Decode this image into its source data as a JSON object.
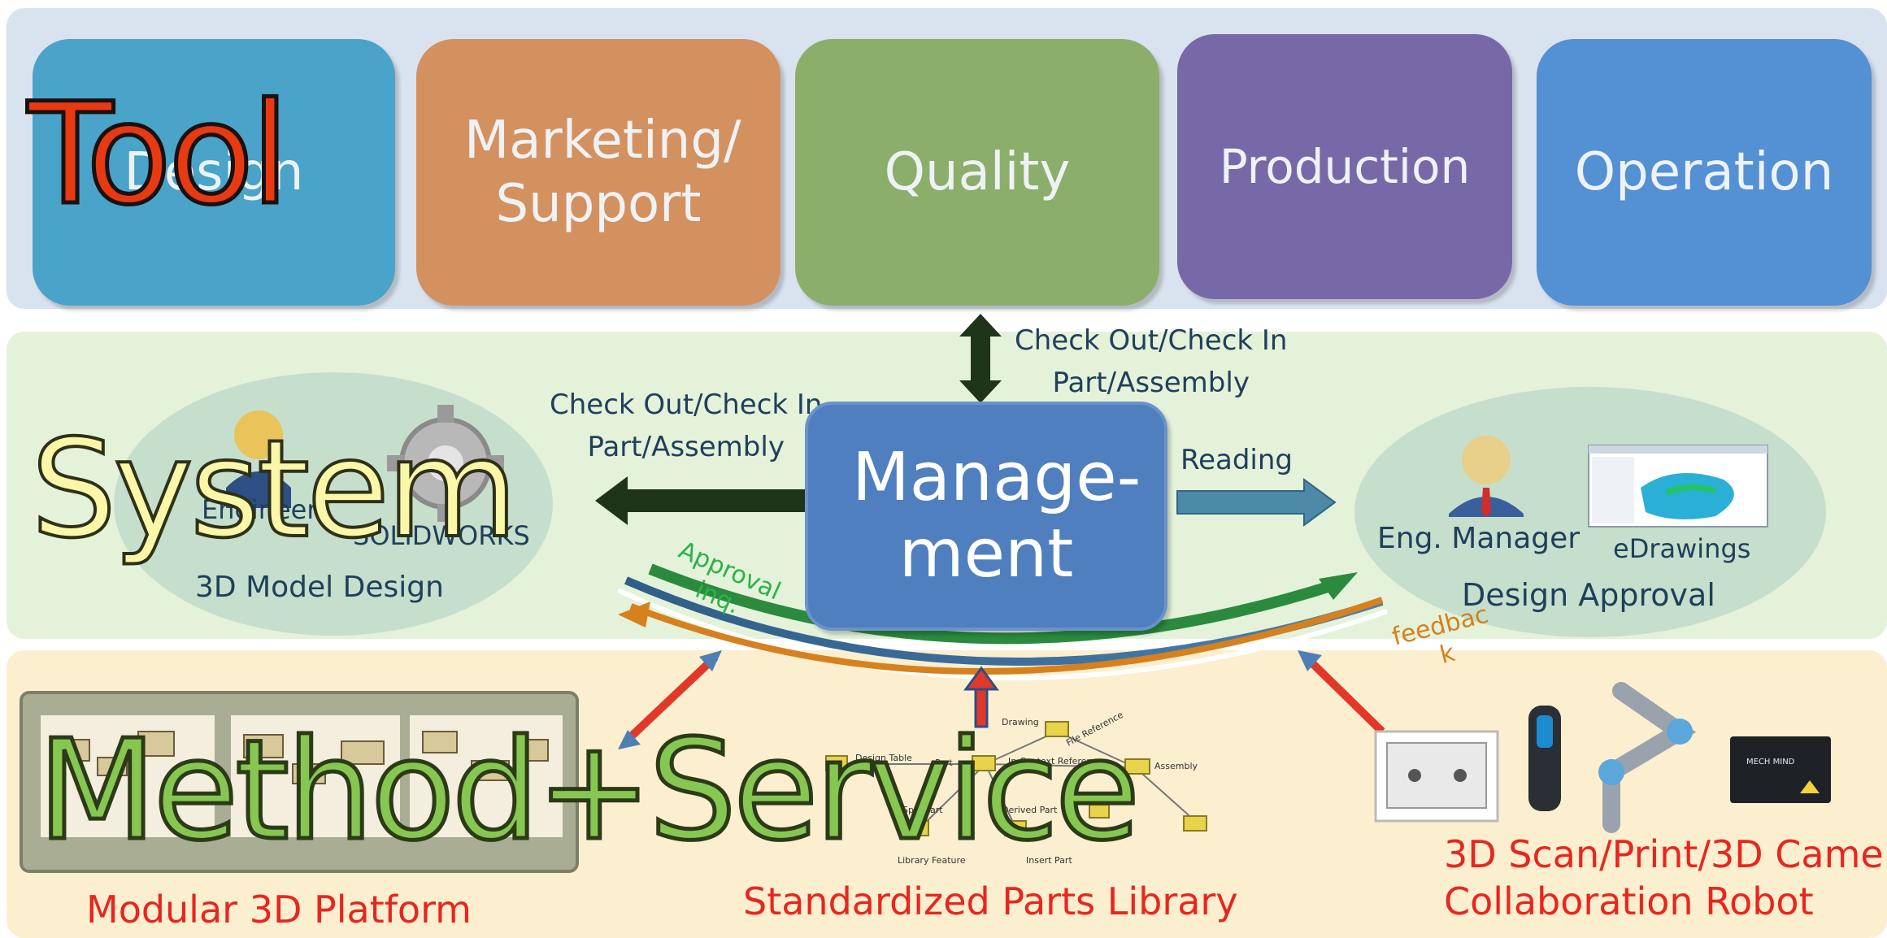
{
  "tiers": {
    "tool": "Tool",
    "system": "System",
    "method": "Method+Service"
  },
  "departments": [
    {
      "label": "Design",
      "color": "#4aa3c8"
    },
    {
      "label": "Marketing/ Support",
      "color": "#d49160"
    },
    {
      "label": "Quality",
      "color": "#8bae6b"
    },
    {
      "label": "Production",
      "color": "#7769a8"
    },
    {
      "label": "Operation",
      "color": "#5390d4"
    }
  ],
  "management": {
    "label": "Manage- ment",
    "color": "#4f7fbf"
  },
  "left_panel": {
    "engineer": "Engineer",
    "software": "SOLIDWORKS",
    "caption": "3D Model Design"
  },
  "right_panel": {
    "manager": "Eng. Manager",
    "software": "eDrawings",
    "caption": "Design Approval"
  },
  "flows": {
    "top_line1": "Check Out/Check In",
    "top_line2": "Part/Assembly",
    "left_line1": "Check Out/Check In",
    "left_line2": "Part/Assembly",
    "right": "Reading",
    "approval": "Approval inq.",
    "feedback": "feedbac k"
  },
  "bottom": {
    "platform": "Modular 3D Platform",
    "library": "Standardized Parts Library",
    "devices_line1": "3D Scan/Print/3D Came",
    "devices_line2": "Collaboration Robot",
    "diagram_nodes": [
      "Drawing",
      "Part",
      "Assembly",
      "Design Table",
      "In-Context Reference",
      "Split Part",
      "Insert Part",
      "Library Feature",
      "Derived Part",
      "File Reference"
    ],
    "device_brand": "MECH MIND"
  },
  "colors": {
    "arrow_dark": "#1f3519",
    "arrow_red": "#e2382a",
    "arrow_blue": "#4d8aa8",
    "approval_green": "#2bb34a",
    "feedback_orange": "#d6801e"
  }
}
